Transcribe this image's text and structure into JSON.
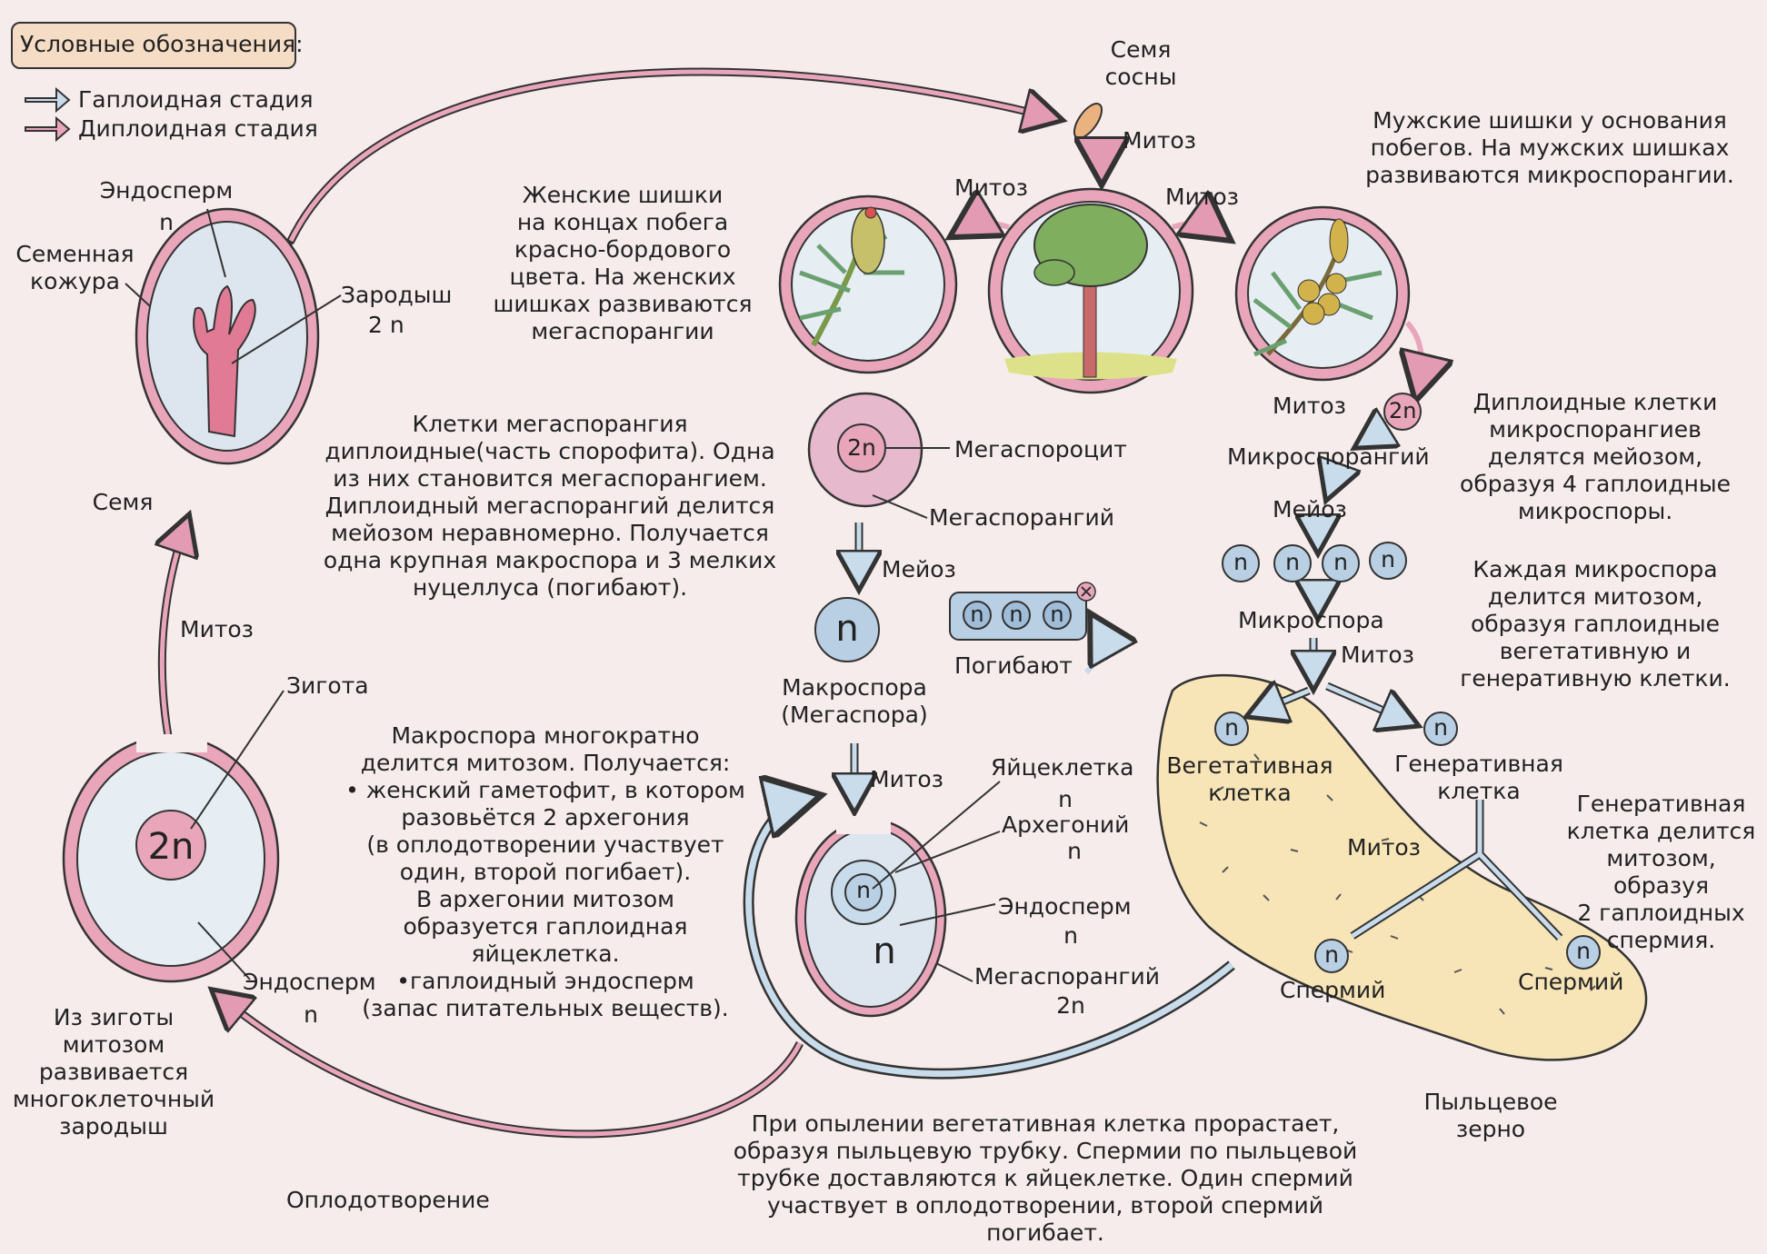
{
  "legend": {
    "title": "Условные обозначения:",
    "haploid": "Гаплоидная стадия",
    "diploid": "Диплоидная стадия",
    "colors": {
      "haploid": "#c9dceb",
      "diploid": "#e9a6bb"
    }
  },
  "seed_top": {
    "label": "Семя\nсосны",
    "mitosis": "Митоз"
  },
  "tree": {
    "mitosis_left": "Митоз",
    "mitosis_right": "Митоз"
  },
  "female_cone_text": "Женские шишки\nна концах побега\nкрасно-бордового\nцвета. На женских\nшишках развиваются\nмегаспорангии",
  "male_cone_text": "Мужские шишки у основания\nпобегов. На мужских шишках\nразвиваются микроспорангии.",
  "seed_left": {
    "endosperm": "Эндосперм",
    "endosperm_ploidy": "n",
    "coat": "Семенная\nкожура",
    "embryo": "Зародыш",
    "embryo_ploidy": "2 n",
    "seed": "Семя"
  },
  "megasporangium_text": "Клетки мегаспорангия\nдиплоидные(часть спорофита). Одна\nиз них становится мегаспорангием.\nДиплоидный мегаспорангий делится\nмейозом неравномерно. Получается\nодна крупная макроспора и 3 мелких\nнуцеллуса (погибают).",
  "megasporocyte": {
    "ploidy": "2n",
    "label": "Мегаспороцит",
    "sporangium": "Мегаспорангий"
  },
  "meiosis_left": "Мейоз",
  "macrospore": {
    "ploidy": "n",
    "label": "Макроспора\n(Мегаспора)"
  },
  "die": {
    "cells": [
      "n",
      "n",
      "n"
    ],
    "label": "Погибают"
  },
  "male_side": {
    "mitosis": "Митоз",
    "ploidy": "2n",
    "microsporangium": "Микроспорангий",
    "meiosis": "Мейоз",
    "microspores": [
      "n",
      "n",
      "n",
      "n"
    ],
    "microspore": "Микроспора",
    "mitosis2": "Митоз"
  },
  "diploid_cells_text": "Диплоидные клетки\nмикроспорангиев\nделятся мейозом,\nобразуя 4 гаплоидные\nмикроспоры.",
  "microspore_divides_text": "Каждая микроспора\nделится митозом,\nобразуя гаплоидные\nвегетативную и\nгенеративную клетки.",
  "pollen": {
    "vegetative": "Вегетативная\nклетка",
    "vegetative_ploidy": "n",
    "generative": "Генеративная\nклетка",
    "generative_ploidy": "n",
    "mitosis": "Митоз",
    "sperm1": "Спермий",
    "sperm1_ploidy": "n",
    "sperm2": "Спермий",
    "sperm2_ploidy": "n",
    "label": "Пыльцевое\nзерно"
  },
  "generative_divides_text": "Генеративная\nклетка делится\nмитозом, образуя\n2 гаплоидных\nспермия.",
  "zygote_seed": {
    "zygote": "Зигота",
    "ploidy": "2n",
    "endosperm": "Эндосперм",
    "endosperm_ploidy": "n",
    "mitosis": "Митоз"
  },
  "embryo_text": "Из зиготы\nмитозом\nразвивается\nмногоклеточный\nзародыш",
  "fertilization": "Оплодотворение",
  "macrospore_text": "Макроспора многократно\nделится митозом. Получается:\n• женский гаметофит, в котором\nразовьётся 2 архегония\n(в оплодотворении участвует\nодин, второй погибает).\nВ архегонии митозом\nобразуется гаплоидная\nяйцеклетка.\n•гаплоидный эндосперм\n(запас питательных веществ).",
  "ovule": {
    "mitosis": "Митоз",
    "egg": "Яйцеклетка",
    "egg_ploidy": "n",
    "archegonium": "Архегоний",
    "archegonium_ploidy": "n",
    "endosperm": "Эндосперм",
    "endosperm_ploidy": "n",
    "megasporangium": "Мегаспорангий",
    "megasporangium_ploidy": "2n",
    "inner_ploidy": "n",
    "cell_ploidy": "n"
  },
  "pollination_text": "При опылении вегетативная клетка прорастает,\nобразуя пыльцевую трубку. Спермии по пыльцевой\nтрубке доставляются к яйцеклетке. Один спермий\nучаствует в оплодотворении, второй спермий погибает."
}
